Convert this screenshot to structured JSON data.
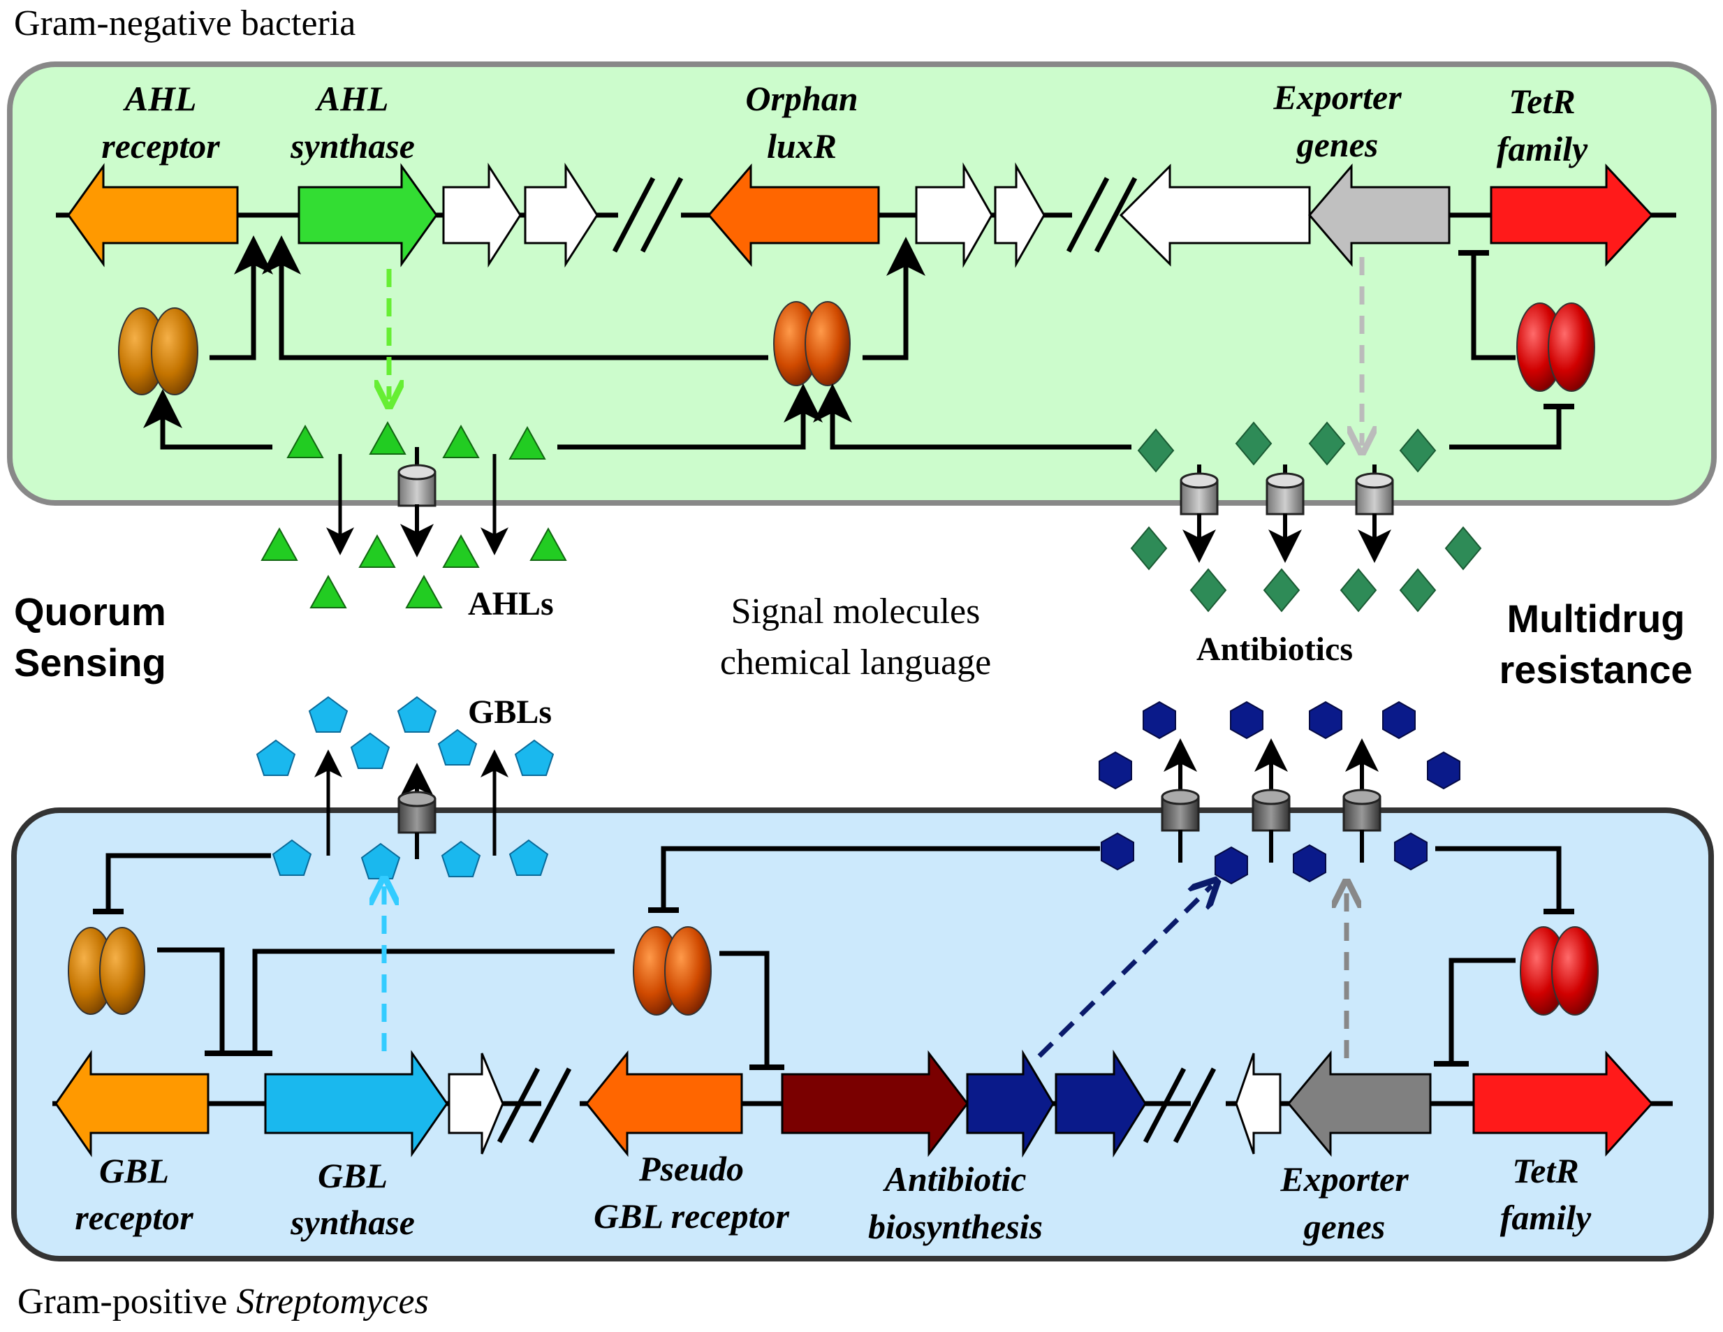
{
  "header": {
    "gram_negative_label": "Gram-negative bacteria",
    "gram_positive_prefix": "Gram-positive ",
    "gram_positive_italic": "Streptomyces"
  },
  "center": {
    "quorum_line1": "Quorum",
    "quorum_line2": "Sensing",
    "multidrug_line1": "Multidrug",
    "multidrug_line2": "resistance",
    "signal_line1": "Signal molecules",
    "signal_line2": "chemical language",
    "ahls": "AHLs",
    "gbls": "GBLs",
    "antibiotics": "Antibiotics"
  },
  "top_genes": {
    "ahl_receptor_1": "AHL",
    "ahl_receptor_2": "receptor",
    "ahl_synthase_1": "AHL",
    "ahl_synthase_2": "synthase",
    "orphan_1": "Orphan",
    "orphan_2": "luxR",
    "exporter_1": "Exporter",
    "exporter_2": "genes",
    "tetr_1": "TetR",
    "tetr_2": "family"
  },
  "bottom_genes": {
    "gbl_receptor_1": "GBL",
    "gbl_receptor_2": "receptor",
    "gbl_synthase_1": "GBL",
    "gbl_synthase_2": "synthase",
    "pseudo_1": "Pseudo",
    "pseudo_2": "GBL receptor",
    "antibiotic_1": "Antibiotic",
    "antibiotic_2": "biosynthesis",
    "exporter_1": "Exporter",
    "exporter_2": "genes",
    "tetr_1": "TetR",
    "tetr_2": "family"
  },
  "colors": {
    "top_cell": "#ccfccc",
    "bottom_cell": "#cce9fc",
    "ahl_receptor": "#ff9900",
    "ahl_synthase": "#33dd33",
    "orphan": "#ff6600",
    "exporter": "#c0c0c0",
    "tetr": "#ff1a1a",
    "antibiotic_synth": "#7a0000",
    "antibiotic_dark": "#0a1a8a",
    "ahl_triangle": "#22cc22",
    "antibiotic_diamond": "#2e8b57",
    "gbl_pentagon": "#1ab8ee",
    "exported_hexagon": "#0a1a8a"
  }
}
